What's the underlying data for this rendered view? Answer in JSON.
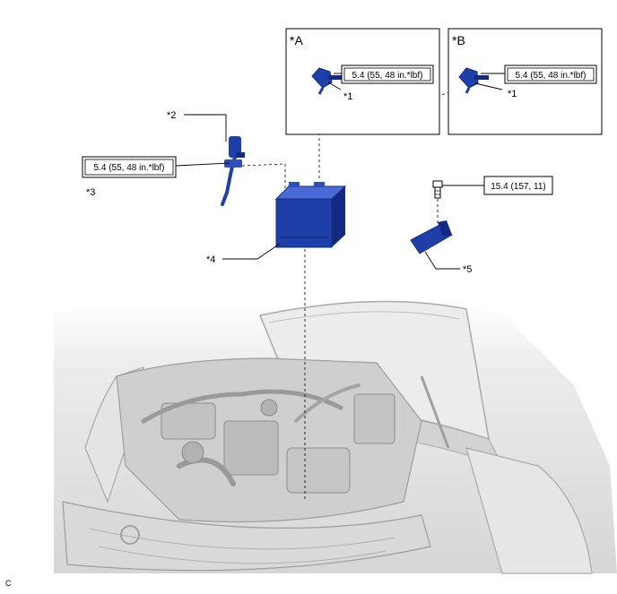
{
  "callouts": {
    "c1": "*1",
    "c2": "*2",
    "c3": "*3",
    "c4": "*4",
    "c5": "*5"
  },
  "panels": {
    "a": {
      "label": "*A",
      "callout": "*1",
      "torque": "5.4 (55, 48 in.*lbf)"
    },
    "b": {
      "label": "*B",
      "callout": "*1",
      "torque": "5.4 (55, 48 in.*lbf)"
    }
  },
  "torques": {
    "terminal": "5.4 (55, 48 in.*lbf)",
    "bolt": "15.4 (157, 11)"
  },
  "code": "C",
  "colors": {
    "part": "#1f3fa8",
    "part_dark": "#132a80",
    "part_light": "#4a6ad8",
    "vehicle": "#b8b8b8"
  }
}
